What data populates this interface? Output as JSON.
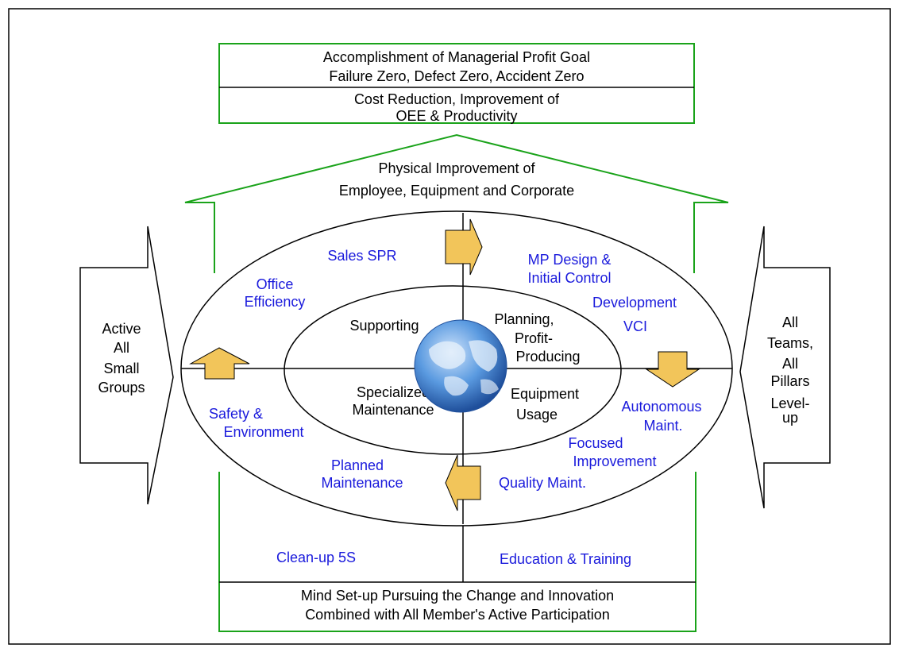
{
  "colors": {
    "frame": "#000000",
    "green": "#1aa31a",
    "blue_text": "#1a1adc",
    "arrow_fill": "#f2c55a",
    "arrow_stroke": "#000000",
    "globe": "#3d7fd1"
  },
  "top_box": {
    "goal_line1": "Accomplishment of Managerial Profit Goal",
    "goal_line2": "Failure Zero, Defect Zero, Accident Zero",
    "cost_line1": "Cost Reduction, Improvement of",
    "cost_line2": "OEE & Productivity"
  },
  "roof": {
    "line1": "Physical Improvement of",
    "line2": "Employee, Equipment and Corporate"
  },
  "left_arrow": {
    "lines": [
      "Active",
      "All",
      "Small",
      "Groups"
    ]
  },
  "right_arrow": {
    "lines": [
      "All",
      "Teams,",
      "All",
      "Pillars",
      "Level-",
      "up"
    ]
  },
  "inner": {
    "supporting": "Supporting",
    "planning_1": "Planning,",
    "planning_2": "Profit-",
    "planning_3": "Producing",
    "specialized_1": "Specialized",
    "specialized_2": "Maintenance",
    "equipment_1": "Equipment",
    "equipment_2": "Usage",
    "globe_icon": "globe-icon"
  },
  "pillars": {
    "sales_spr": "Sales SPR",
    "office_1": "Office",
    "office_2": "Efficiency",
    "mp_1": "MP Design &",
    "mp_2": "Initial Control",
    "development": "Development",
    "vci": "VCI",
    "safety_1": "Safety &",
    "safety_2": "Environment",
    "autonomous_1": "Autonomous",
    "autonomous_2": "Maint.",
    "focused_1": "Focused",
    "focused_2": "Improvement",
    "planned_1": "Planned",
    "planned_2": "Maintenance",
    "quality": "Quality Maint."
  },
  "foundation": {
    "cleanup": "Clean-up 5S",
    "education": "Education & Training",
    "mind_line1": "Mind Set-up Pursuing the Change and Innovation",
    "mind_line2": "Combined with All Member's Active Participation"
  }
}
